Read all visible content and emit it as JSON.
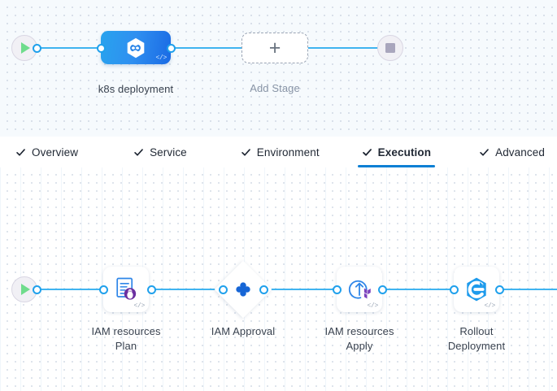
{
  "pipeline": {
    "top_canvas": {
      "start_node": {
        "icon": "play-icon",
        "name": "start"
      },
      "end_node": {
        "icon": "stop-icon",
        "name": "end"
      },
      "stages": [
        {
          "label": "k8s deployment",
          "type": "filled",
          "icon": "kubernetes-hexagon-icon",
          "code_badge": "</>"
        },
        {
          "label": "Add Stage",
          "type": "dashed",
          "icon": "plus-icon",
          "code_badge": ""
        }
      ]
    },
    "tabs": [
      {
        "label": "Overview",
        "checked": true,
        "active": false
      },
      {
        "label": "Service",
        "checked": true,
        "active": false
      },
      {
        "label": "Environment",
        "checked": true,
        "active": false
      },
      {
        "label": "Execution",
        "checked": true,
        "active": true
      },
      {
        "label": "Advanced",
        "checked": true,
        "active": false
      }
    ],
    "bottom_canvas": {
      "start_node": {
        "icon": "play-icon",
        "name": "start"
      },
      "steps": [
        {
          "label_line1": "IAM resources",
          "label_line2": "Plan",
          "shape": "card",
          "icon": "terraform-plan-document-icon",
          "code_badge": "</>"
        },
        {
          "label_line1": "IAM Approval",
          "label_line2": "",
          "shape": "diamond",
          "icon": "approval-flower-icon",
          "code_badge": ""
        },
        {
          "label_line1": "IAM resources",
          "label_line2": "Apply",
          "shape": "card",
          "icon": "terraform-apply-refresh-icon",
          "code_badge": "</>"
        },
        {
          "label_line1": "Rollout",
          "label_line2": "Deployment",
          "shape": "card",
          "icon": "argo-rollouts-hexagon-icon",
          "code_badge": "</>"
        }
      ]
    },
    "colors": {
      "wire": "#40b4f0",
      "port_stroke": "#1fa0ec",
      "stage_gradient_start": "#28a3ee",
      "stage_gradient_end": "#1a6ae4",
      "active_tab_underline": "#0b7fd4",
      "terraform_purple": "#7b42bc",
      "argo_blue": "#1e9bec",
      "play_green": "#6fdc8c",
      "stop_grey": "#a9a6bd",
      "canvas_top_bg": "#f6fafd",
      "canvas_bottom_bg": "#ffffff"
    }
  }
}
